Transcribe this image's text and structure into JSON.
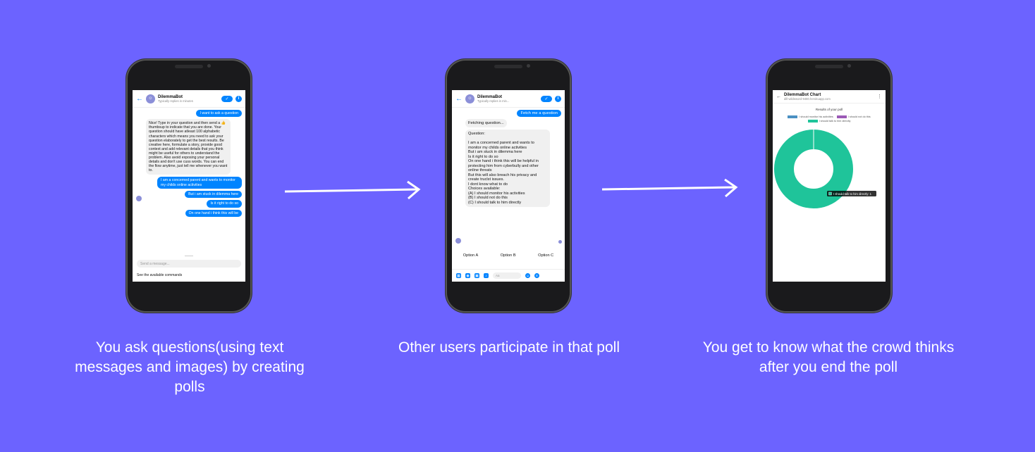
{
  "panels": [
    {
      "caption": "You ask questions(using text messages and images) by creating polls"
    },
    {
      "caption": "Other users participate in that poll"
    },
    {
      "caption": "You get to know what the crowd thinks after you end the poll"
    }
  ],
  "chat1": {
    "bot_name": "DilemmaBot",
    "bot_status": "Typically replies in minutes",
    "user_msg_1": "I want to ask  a question",
    "bot_reply": "Nice! Type in your question and then send a 👍 thumbsup to indicate that you are done. Your question should have atleast 100 alphabetic characters which means you need to ask your question elaborately to get the best results. Be creative here, formulate a story, provide good context and add relevant details that you think might be useful for others to understand the problem. Also avoid exposing your personal details and don't use cuss words. You can end the flow anytime, just tell me whenever you want to.",
    "user_msg_2": "I am a concerned parent and wants to monitor my childs online activities",
    "user_msg_3": "But i am stuck in  dilemma here",
    "user_msg_4": "Is it right to do so",
    "user_msg_5": "On one hand i think this will be",
    "input_placeholder": "Send a message...",
    "footer_text": "See the available commands"
  },
  "chat2": {
    "bot_name": "DilemmaBot",
    "bot_status": "Typically replies in min...",
    "user_msg": "Fetch me a question",
    "fetching": "Fetching question...",
    "question": "Question:\n\nI am a concerned parent and wants to monitor my childs online activities\nBut i am stuck in  dilemma here\nIs it right to do so\nOn one hand i think this will be helpful in protecting him from cyberbully and other online threats\nBut this will also breach his privacy and create truclst issues.\nI dont know what to do\nChoices available:\n(A) I should monitor his activities\n(B) I should not do this\n(C) I should talk to him directly",
    "options": [
      "Option A",
      "Option B",
      "Option C"
    ],
    "input_placeholder": "Aa"
  },
  "chart_page": {
    "page_title": "DilemmaBot Chart",
    "page_url": "dill-wildeword-9480.herokuapp.com",
    "menu_icon": "kebab-menu-icon"
  },
  "chart_data": {
    "type": "pie",
    "title": "Results of your poll",
    "categories": [
      "I should monitor his activities",
      "I should not do this",
      "I should talk to him directly"
    ],
    "values": [
      0,
      0,
      1
    ],
    "colors": [
      "#4a90c2",
      "#9b59b6",
      "#1fc49a"
    ],
    "tooltip": "I should talk to him directly: 1",
    "legend_position": "top"
  },
  "colors": {
    "background": "#6c63ff",
    "messenger_blue": "#0084ff",
    "donut": "#1fc49a"
  }
}
